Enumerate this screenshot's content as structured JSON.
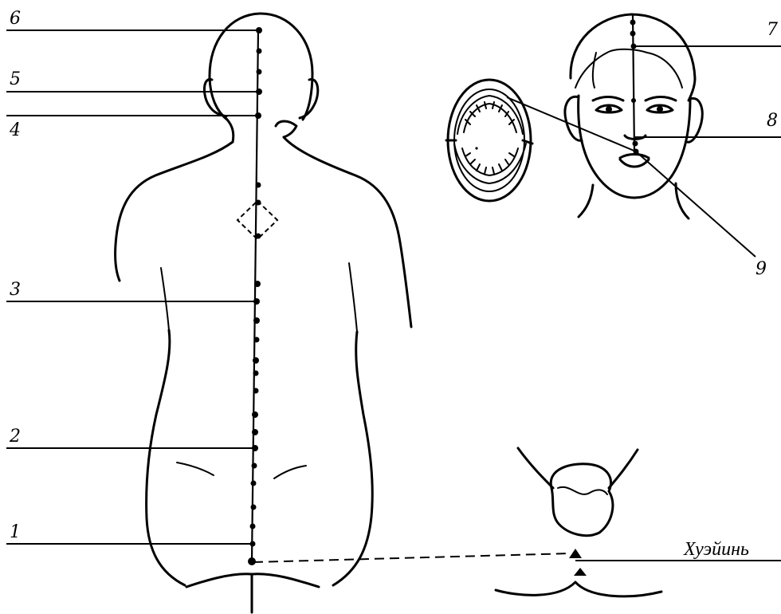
{
  "labels": {
    "l1": "1",
    "l2": "2",
    "l3": "3",
    "l4": "4",
    "l5": "5",
    "l6": "6",
    "l7": "7",
    "l8": "8",
    "l9": "9",
    "huiyin": "Хуэйинь"
  }
}
